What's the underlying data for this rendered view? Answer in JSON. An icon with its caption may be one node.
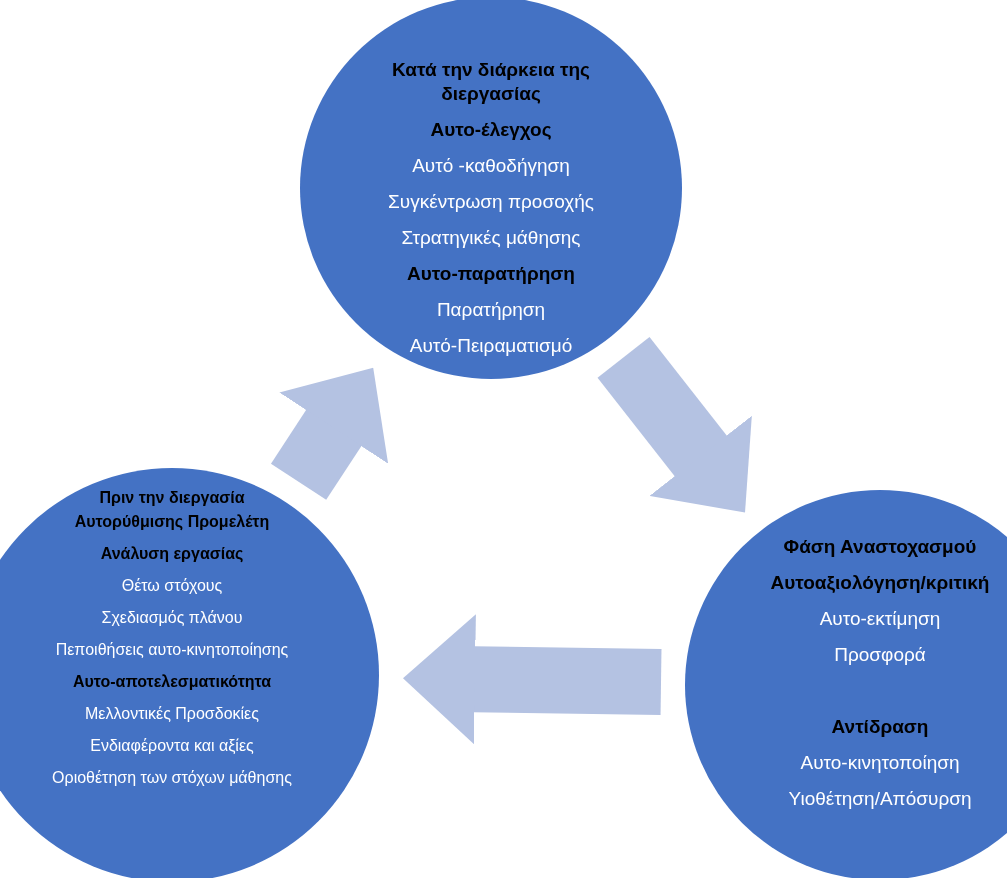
{
  "diagram": {
    "nodes": [
      {
        "text": [
          "Κατά την διάρκεια της διεργασίας",
          "Αυτο-έλεγχος",
          "Αυτό -καθοδήγηση",
          "Συγκέντρωση προσοχής",
          "Στρατηγικές μάθησης",
          "Αυτο-παρατήρηση",
          "Παρατήρηση",
          "Αυτό-Πειραματισμό"
        ]
      },
      {
        "text": [
          "Πριν την διεργασία Αυτορύθμισης Προμελέτη",
          "Ανάλυση εργασίας",
          "Θέτω στόχους",
          "Σχεδιασμός πλάνου",
          "Πεποιθήσεις αυτο-κινητοποίησης",
          "Αυτο-αποτελεσματικότητα",
          "Μελλοντικές Προσδοκίες",
          "Ενδιαφέροντα και αξίες",
          "Οριοθέτηση των στόχων μάθησης"
        ]
      },
      {
        "text": [
          "Φάση Αναστοχασμού",
          "Αυτοαξιολόγηση/κριτική",
          "Αυτο-εκτίμηση",
          "Προσφορά",
          "Αντίδραση",
          "Αυτο-κινητοποίηση",
          "Υιοθέτηση/Απόσυρση"
        ]
      }
    ],
    "edges": [
      {
        "from": 1,
        "to": 0,
        "arrow": "to"
      },
      {
        "from": 0,
        "to": 2,
        "arrow": "to"
      },
      {
        "from": 2,
        "to": 1,
        "arrow": "to"
      }
    ]
  }
}
